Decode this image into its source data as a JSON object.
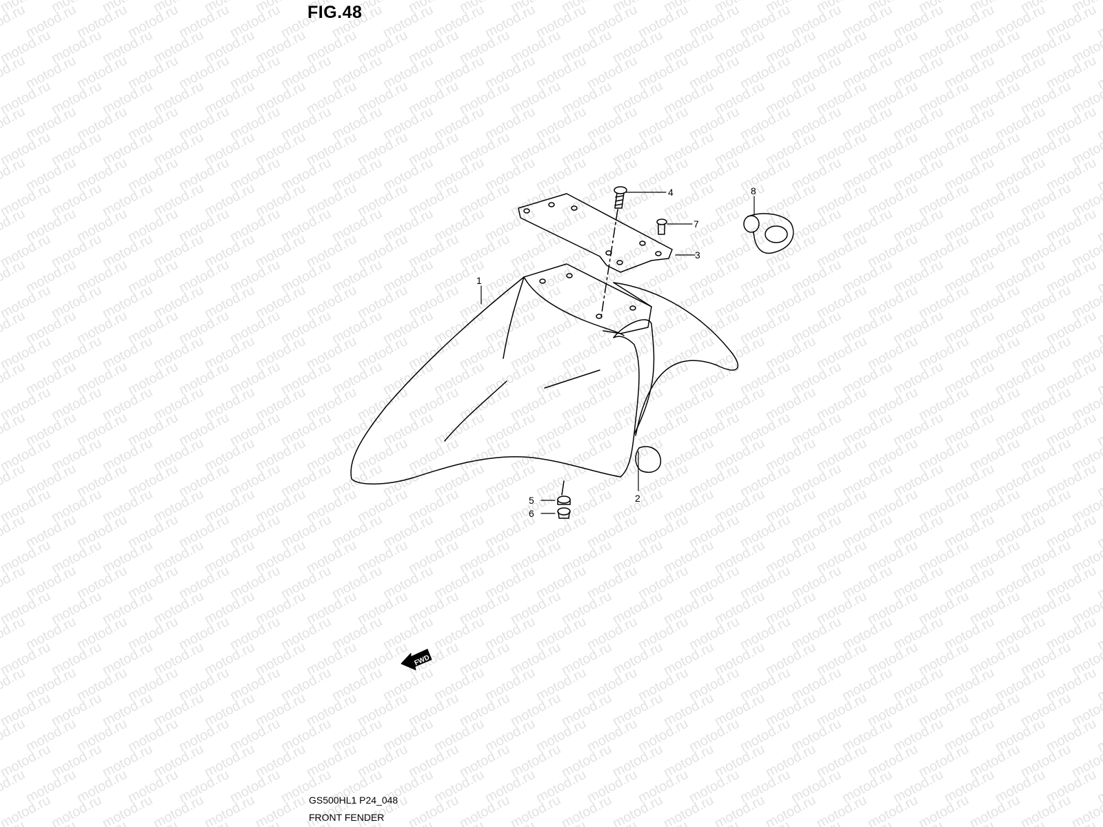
{
  "figure": {
    "title": "FIG.48",
    "code": "GS500HL1 P24_048",
    "caption": "FRONT FENDER"
  },
  "watermark": {
    "text": "motod.ru"
  },
  "callouts": [
    {
      "id": "1",
      "part": "fender"
    },
    {
      "id": "2",
      "part": "clip"
    },
    {
      "id": "3",
      "part": "bracket"
    },
    {
      "id": "4",
      "part": "screw"
    },
    {
      "id": "5",
      "part": "nut"
    },
    {
      "id": "6",
      "part": "nut"
    },
    {
      "id": "7",
      "part": "screw"
    },
    {
      "id": "8",
      "part": "grommet"
    }
  ],
  "direction_marker": {
    "label": "FWD"
  }
}
